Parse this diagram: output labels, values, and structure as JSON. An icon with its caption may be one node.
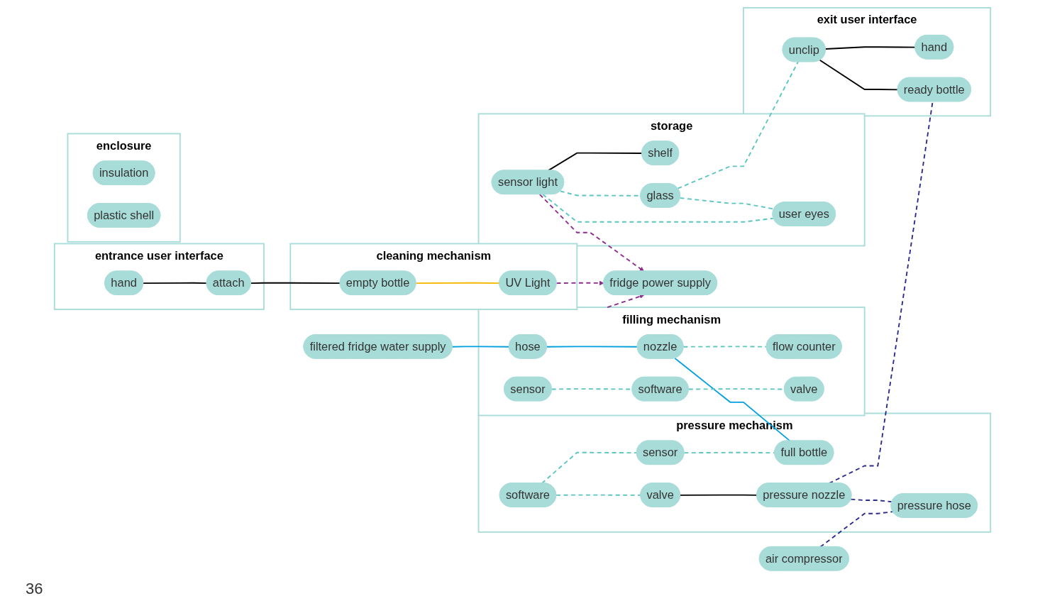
{
  "diagram": {
    "nodes": [
      {
        "text": [
          "fridge power supply"
        ]
      },
      {
        "text": [
          "filtered fridge water supply"
        ]
      },
      {
        "text": [
          "air compressor"
        ]
      },
      {
        "text": [
          "entrance user interface"
        ]
      },
      {
        "text": [
          "hand"
        ],
        "in": 3
      },
      {
        "text": [
          "attach"
        ],
        "in": 3
      },
      {
        "text": [
          "cleaning mechanism"
        ]
      },
      {
        "text": [
          "empty bottle"
        ],
        "in": 6
      },
      {
        "text": [
          "UV Light"
        ],
        "in": 6
      },
      {
        "text": [
          "filling  mechanism"
        ]
      },
      {
        "text": [
          "sensor"
        ],
        "in": 9
      },
      {
        "text": [
          "hose"
        ],
        "in": 9
      },
      {
        "text": [
          "flow counter"
        ],
        "in": 9
      },
      {
        "text": [
          "software"
        ],
        "in": 9
      },
      {
        "text": [
          "nozzle"
        ],
        "in": 9
      },
      {
        "text": [
          "valve"
        ],
        "in": 9
      },
      {
        "text": [
          "pressure mechanism"
        ]
      },
      {
        "text": [
          "software"
        ],
        "in": 16
      },
      {
        "text": [
          "sensor"
        ],
        "in": 16
      },
      {
        "text": [
          "full bottle"
        ],
        "in": 16
      },
      {
        "text": [
          "valve"
        ],
        "in": 16
      },
      {
        "text": [
          "pressure nozzle"
        ],
        "in": 16
      },
      {
        "text": [
          "pressure hose"
        ],
        "in": 16
      },
      {
        "text": [
          "enclosure"
        ]
      },
      {
        "text": [
          "insulation"
        ],
        "in": 23
      },
      {
        "text": [
          "plastic shell"
        ],
        "in": 23
      },
      {
        "text": [
          "storage"
        ]
      },
      {
        "text": [
          "shelf"
        ],
        "in": 26
      },
      {
        "text": [
          "sensor light"
        ],
        "in": 26
      },
      {
        "text": [
          "glass"
        ],
        "in": 26
      },
      {
        "text": [
          "user eyes"
        ],
        "in": 26
      },
      {
        "text": [
          "exit user interface"
        ]
      },
      {
        "text": [
          "unclip"
        ],
        "in": 31
      },
      {
        "text": [
          "ready bottle"
        ],
        "in": 31
      },
      {
        "text": [
          "hand"
        ],
        "in": 31
      }
    ],
    "edges": [
      {
        "from": 28,
        "to": 0,
        "arrow": "to",
        "style": "dashed",
        "color": "#8e2b8e"
      },
      {
        "from": 8,
        "to": 0,
        "arrow": "to",
        "style": "dashed",
        "color": "#8e2b8e"
      },
      {
        "from": 9,
        "to": 0,
        "arrow": "to",
        "style": "dashed",
        "color": "#8e2b8e"
      },
      {
        "from": 1,
        "to": 11,
        "arrow": "none",
        "color": "#00a0e0"
      },
      {
        "from": 11,
        "to": 14,
        "arrow": "none",
        "color": "#00a0e0"
      },
      {
        "from": 14,
        "to": 19,
        "arrow": "none",
        "color": "#00a0e0"
      },
      {
        "from": 2,
        "to": 22,
        "arrow": "none",
        "style": "dashed",
        "color": "#2b2b8e"
      },
      {
        "from": 21,
        "to": 22,
        "arrow": "none",
        "style": "dashed",
        "color": "#2b2b8e"
      },
      {
        "from": 21,
        "to": 33,
        "arrow": "none",
        "style": "dashed",
        "color": "#2b2b8e"
      },
      {
        "from": 4,
        "to": 5,
        "arrow": "none",
        "color": "#000000"
      },
      {
        "from": 5,
        "to": 7,
        "arrow": "none",
        "color": "#000000"
      },
      {
        "from": 7,
        "to": 8,
        "arrow": "none",
        "color": "#f5b800"
      },
      {
        "from": 10,
        "to": 13,
        "arrow": "none",
        "style": "dashed"
      },
      {
        "from": 13,
        "to": 15,
        "arrow": "none",
        "style": "dashed"
      },
      {
        "from": 14,
        "to": 12,
        "arrow": "none",
        "style": "dashed"
      },
      {
        "from": 17,
        "to": 18,
        "arrow": "none",
        "style": "dashed"
      },
      {
        "from": 18,
        "to": 19,
        "arrow": "none",
        "style": "dashed"
      },
      {
        "from": 17,
        "to": 20,
        "arrow": "none",
        "style": "dashed"
      },
      {
        "from": 20,
        "to": 21,
        "arrow": "none",
        "color": "#000000"
      },
      {
        "from": 28,
        "to": 27,
        "arrow": "none",
        "color": "#000000"
      },
      {
        "from": 28,
        "to": 29,
        "arrow": "none",
        "style": "dashed"
      },
      {
        "from": 28,
        "to": 30,
        "arrow": "none",
        "style": "dashed"
      },
      {
        "from": 29,
        "to": 30,
        "arrow": "none",
        "style": "dashed"
      },
      {
        "from": 29,
        "to": 32,
        "arrow": "none",
        "style": "dashed"
      },
      {
        "from": 32,
        "to": 33,
        "arrow": "none",
        "color": "#000000"
      },
      {
        "from": 32,
        "to": 34,
        "arrow": "none",
        "color": "#000000"
      }
    ],
    "labels": [
      "36"
    ]
  }
}
